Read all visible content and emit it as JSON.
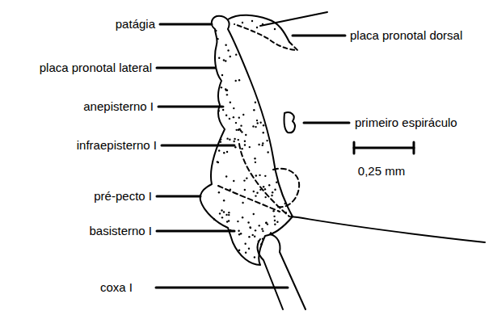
{
  "diagram": {
    "labels": [
      "patágia",
      "placa pronotal dorsal",
      "placa pronotal lateral",
      "anepisterno I",
      "primeiro espiráculo",
      "infraepisterno I",
      "0,25 mm",
      "pré-pecto I",
      "basisterno I",
      "coxa I"
    ]
  }
}
